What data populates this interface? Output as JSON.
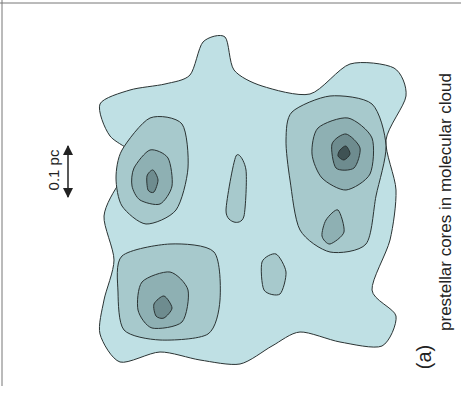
{
  "diagram": {
    "labels": [
      "0.1 pc",
      "(a)",
      "prestellar cores in molecular cloud"
    ]
  }
}
